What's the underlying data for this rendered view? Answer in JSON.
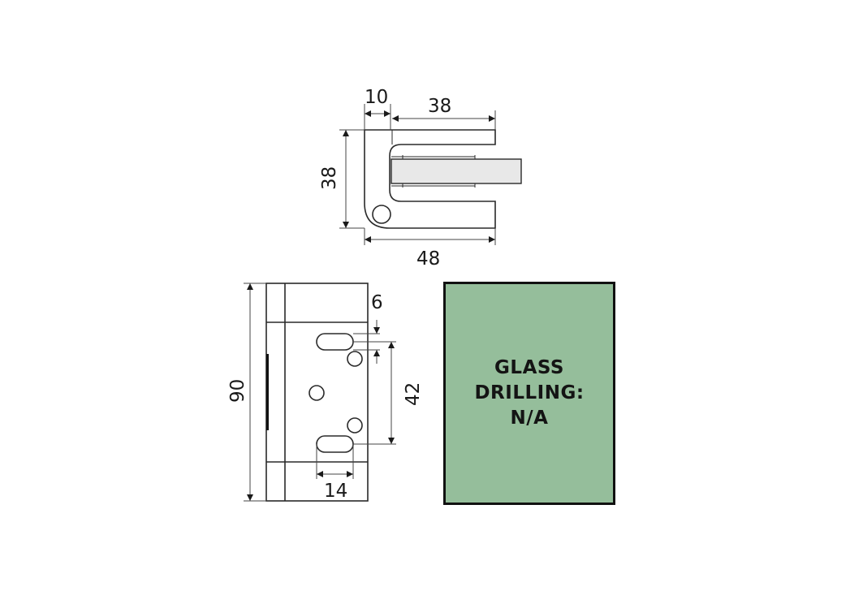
{
  "top_view": {
    "dimensions": {
      "flange_width": "10",
      "slot_depth": "38",
      "height": "38",
      "overall_width": "48"
    }
  },
  "front_view": {
    "dimensions": {
      "overall_height": "90",
      "slot_height": "6",
      "slot_spacing": "42",
      "slot_width": "14"
    }
  },
  "glass_drilling_box": {
    "line1": "GLASS",
    "line2": "DRILLING:",
    "line3": "N/A",
    "background_color": "#95be9b",
    "border_color": "#111111"
  }
}
